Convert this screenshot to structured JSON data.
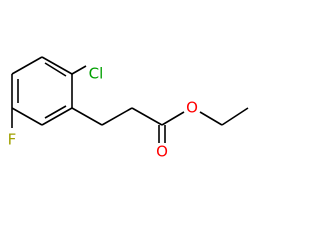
{
  "molecule": {
    "atoms": {
      "cl": {
        "label": "Cl",
        "color": "#00a000"
      },
      "f": {
        "label": "F",
        "color": "#a0a000"
      },
      "o_carbonyl": {
        "label": "O",
        "color": "#ff0000"
      },
      "o_ester": {
        "label": "O",
        "color": "#ff0000"
      }
    },
    "bond_color": "#000000"
  }
}
